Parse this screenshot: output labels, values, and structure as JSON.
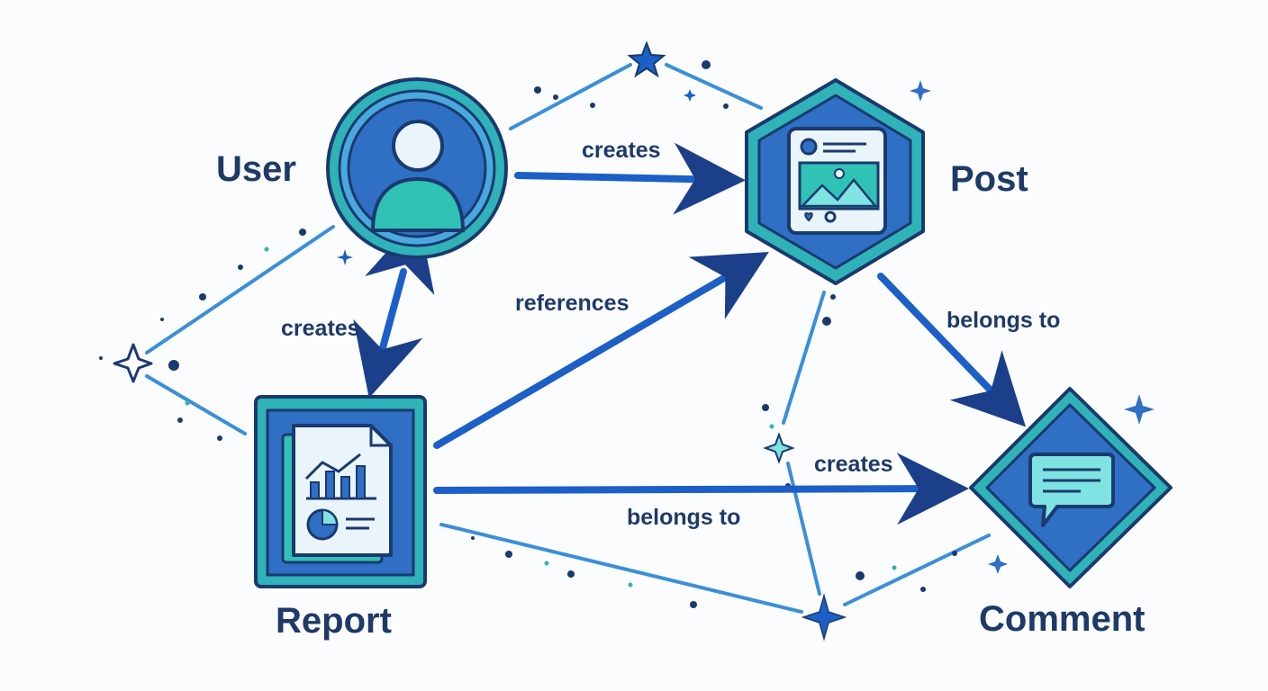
{
  "nodes": {
    "user": {
      "label": "User",
      "shape": "circle",
      "icon": "user-avatar-icon"
    },
    "post": {
      "label": "Post",
      "shape": "hexagon",
      "icon": "post-card-icon"
    },
    "report": {
      "label": "Report",
      "shape": "square",
      "icon": "report-document-icon"
    },
    "comment": {
      "label": "Comment",
      "shape": "diamond",
      "icon": "comment-bubble-icon"
    }
  },
  "edges": [
    {
      "id": "user-post",
      "from": "User",
      "to": "Post",
      "label": "creates",
      "direction": "one-way"
    },
    {
      "id": "user-report",
      "from": "User",
      "to": "Report",
      "label": "creates",
      "direction": "two-way"
    },
    {
      "id": "report-post",
      "from": "Report",
      "to": "Post",
      "label": "references",
      "direction": "one-way"
    },
    {
      "id": "post-comment",
      "from": "Post",
      "to": "Comment",
      "label": "belongs to",
      "direction": "one-way"
    },
    {
      "id": "report-comment",
      "from": "Report",
      "to": "Comment",
      "label": "creates",
      "label2": "belongs to",
      "direction": "one-way"
    }
  ],
  "colors": {
    "background": "#fbfcfe",
    "primary_blue": "#2f6fc4",
    "dark_navy": "#1a3a6e",
    "teal": "#2fb3b8",
    "light_cyan": "#7ee3e1",
    "arrow_blue": "#1c5fc7",
    "dotted_line": "#3a8fd8",
    "text": "#1e3a66"
  },
  "decorations": [
    "star-icon",
    "sparkle-icon",
    "dot-particles"
  ]
}
